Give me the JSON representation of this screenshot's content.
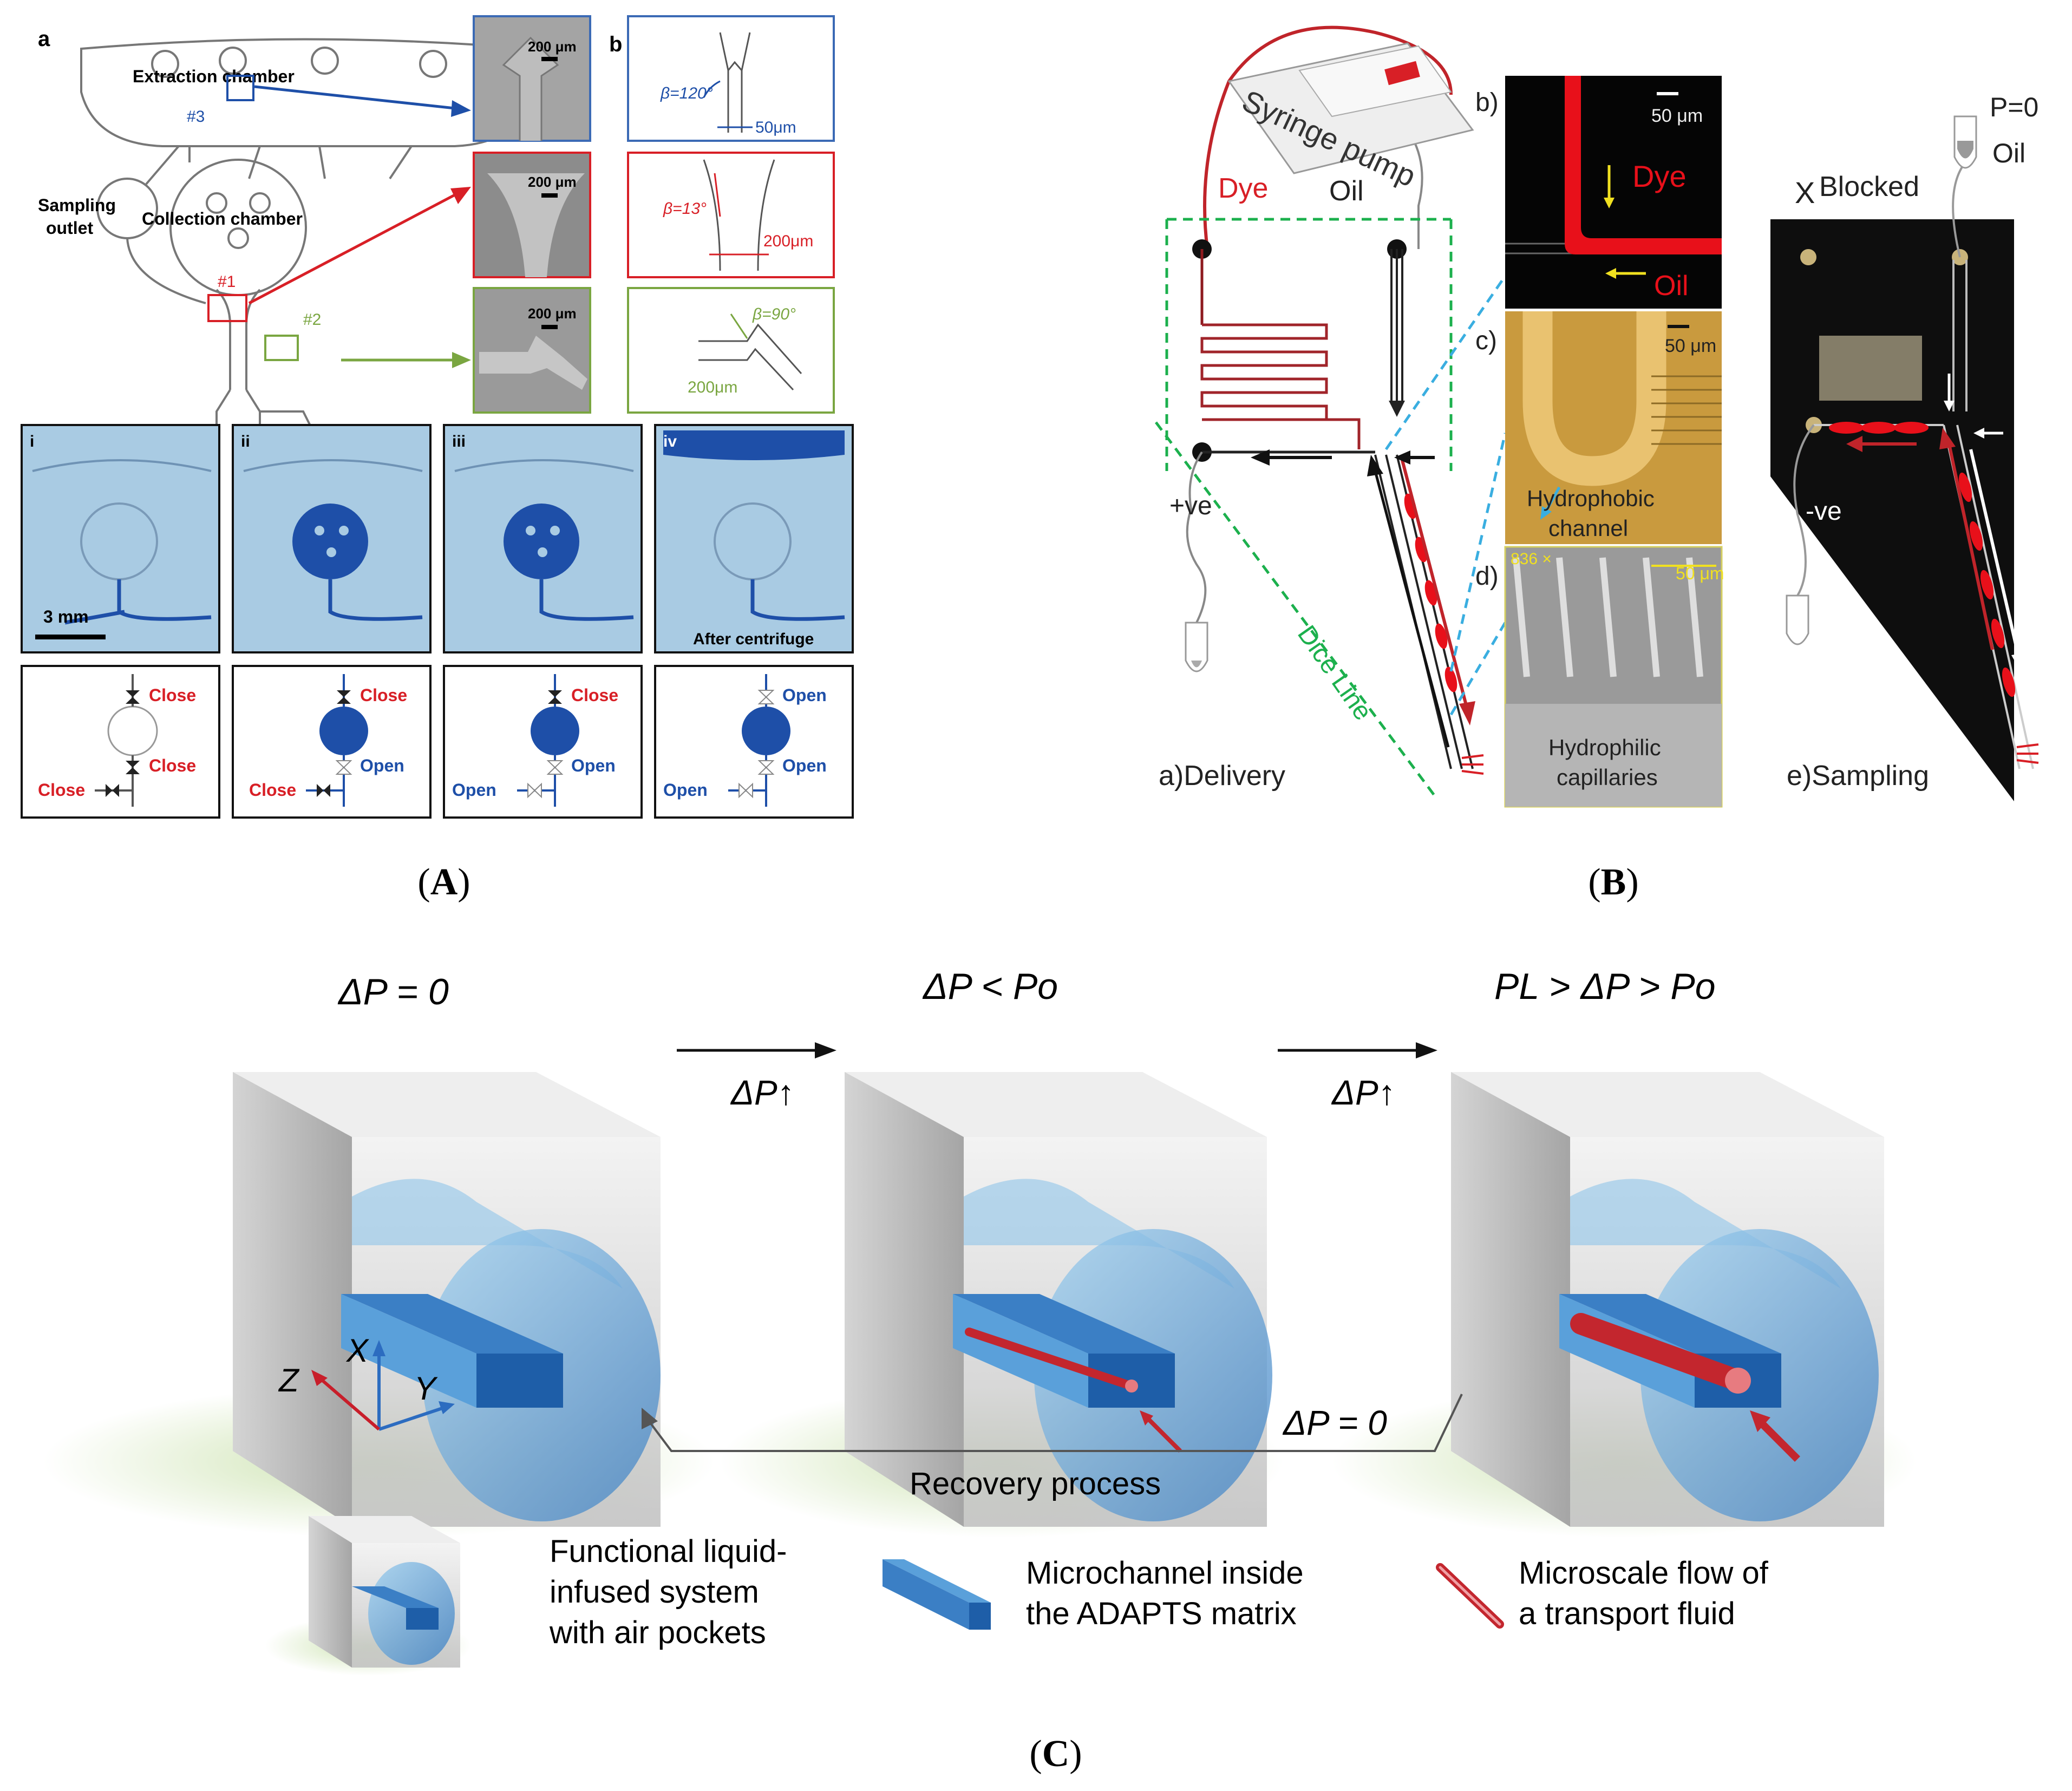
{
  "colors": {
    "blue": "#1e4fa8",
    "red": "#d81f26",
    "green": "#7aa641",
    "dye_red": "#e8101a",
    "dice_green": "#1cb04d",
    "cyan": "#3aaee0"
  },
  "panel_a": {
    "label_a": "a",
    "label_b": "b",
    "extraction_chamber": "Extraction chamber",
    "collection_chamber": "Collection chamber",
    "sampling_outlet_1": "Sampling",
    "sampling_outlet_2": "outlet",
    "tag3": "#3",
    "tag1": "#1",
    "tag2": "#2",
    "sem_scale": "200 μm",
    "b_top_angle": "β=120°",
    "b_top_width": "50μm",
    "b_mid_angle": "β=13°",
    "b_mid_width": "200μm",
    "b_bot_angle": "β=90°",
    "b_bot_width": "200μm",
    "stage_labels": [
      "i",
      "ii",
      "iii",
      "iv"
    ],
    "scalebar": "3 mm",
    "after_centrifuge": "After centrifuge",
    "valves": [
      {
        "top": "Close",
        "mid": "Close",
        "left": "Close",
        "left_color": "red",
        "mid_color": "red"
      },
      {
        "top": "Close",
        "mid": "Open",
        "left": "Close",
        "left_color": "red",
        "mid_color": "blue"
      },
      {
        "top": "Close",
        "mid": "Open",
        "left": "Open",
        "left_color": "blue",
        "mid_color": "blue"
      },
      {
        "top": "Open",
        "mid": "Open",
        "left": "Open",
        "left_color": "blue",
        "mid_color": "blue"
      }
    ]
  },
  "panel_b": {
    "syringe_pump": "Syringe pump",
    "dye": "Dye",
    "oil": "Oil",
    "pos": "+ve",
    "neg": "-ve",
    "dice_line": "Dice Line",
    "delivery": "a)Delivery",
    "sampling": "e)Sampling",
    "b_label": "b)",
    "c_label": "c)",
    "d_label": "d)",
    "scale_50": "50 μm",
    "mag": "836 ×",
    "hydrophobic_1": "Hydrophobic",
    "hydrophobic_2": "channel",
    "hydrophilic_1": "Hydrophilic",
    "hydrophilic_2": "capillaries",
    "blocked": "Blocked",
    "blocked_x": "X",
    "p0": "P=0"
  },
  "panel_c": {
    "step1": "ΔP = 0",
    "step2": "ΔP < Po",
    "step3": "PL > ΔP > Po",
    "arrow_label": "ΔP↑",
    "recovery": "Recovery process",
    "bottom_dp": "ΔP = 0",
    "axis_x": "X",
    "axis_y": "Y",
    "axis_z": "Z",
    "legend1_l1": "Functional liquid-",
    "legend1_l2": "infused system",
    "legend1_l3": "with air pockets",
    "legend2_l1": "Microchannel inside",
    "legend2_l2": "the ADAPTS matrix",
    "legend3_l1": "Microscale flow of",
    "legend3_l2": "a transport fluid"
  },
  "captions": {
    "a": "A",
    "b": "B",
    "c": "C"
  }
}
